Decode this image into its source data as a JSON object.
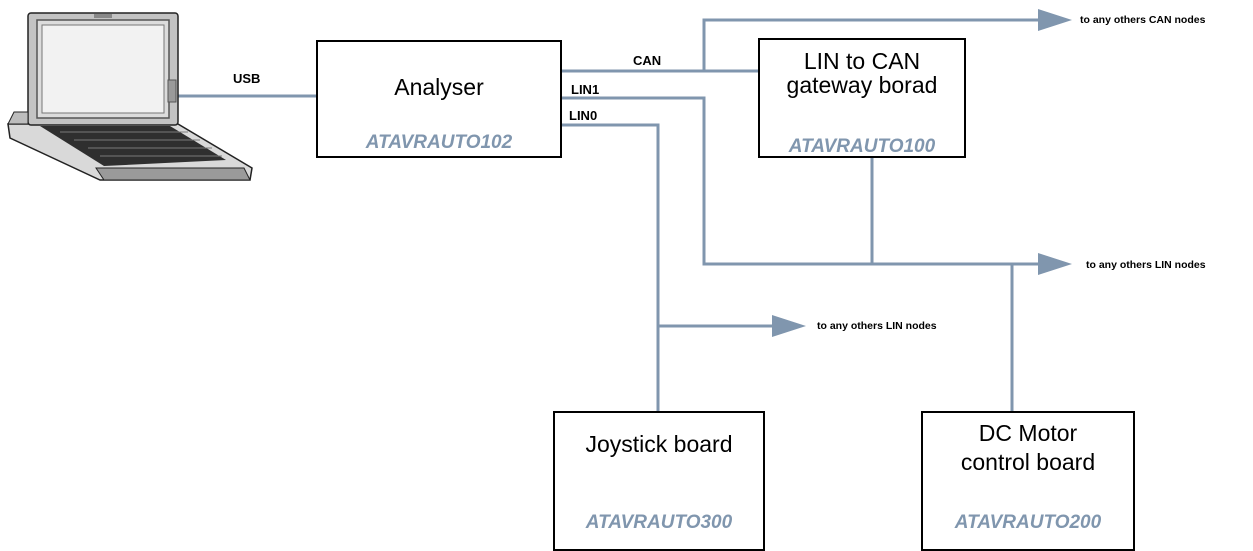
{
  "colors": {
    "wire": "#8096ae",
    "part_number": "#8096ae",
    "box_border": "#000000"
  },
  "icons": {
    "laptop": "laptop-icon",
    "arrow": "arrow-head-icon"
  },
  "boxes": {
    "analyser": {
      "title": "Analyser",
      "part": "ATAVRAUTO102"
    },
    "gateway": {
      "title_line1": "LIN to CAN",
      "title_line2": "gateway borad",
      "part": "ATAVRAUTO100"
    },
    "joystick": {
      "title": "Joystick board",
      "part": "ATAVRAUTO300"
    },
    "motor": {
      "title_line1": "DC Motor",
      "title_line2": "control board",
      "part": "ATAVRAUTO200"
    }
  },
  "links": {
    "usb": "USB",
    "can": "CAN",
    "lin1": "LIN1",
    "lin0": "LIN0"
  },
  "outputs": {
    "can_nodes": "to any others CAN nodes",
    "lin_nodes_right": "to any others LIN nodes",
    "lin_nodes_mid": "to any others LIN nodes"
  }
}
